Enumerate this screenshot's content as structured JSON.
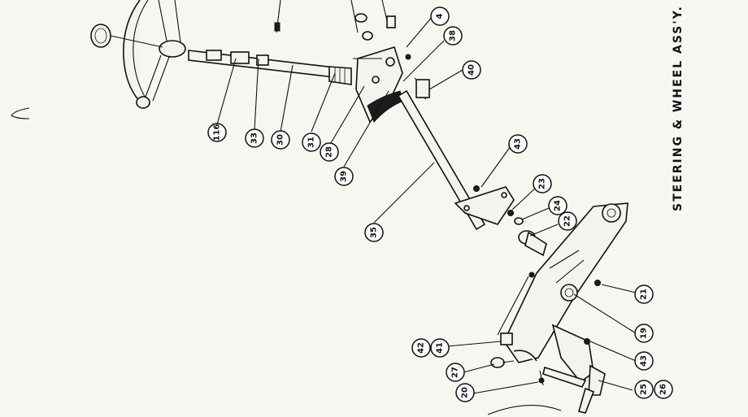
{
  "title": "STEERING & WHEEL ASS'Y.",
  "callouts": [
    "116",
    "33",
    "30",
    "31",
    "28",
    "39",
    "35",
    "4",
    "38",
    "40",
    "43",
    "23",
    "24",
    "22",
    "21",
    "19",
    "43",
    "25",
    "26",
    "42",
    "41",
    "27",
    "20"
  ]
}
